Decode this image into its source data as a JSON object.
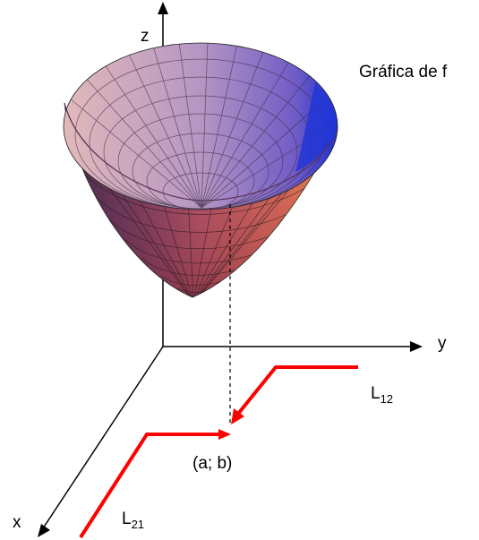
{
  "labels": {
    "graph_title": "Gráfica de f",
    "axis_z": "z",
    "axis_y": "y",
    "axis_x": "x",
    "point": "(a; b)",
    "path_12_main": "L",
    "path_12_sub": "12",
    "path_21_main": "L",
    "path_21_sub": "21"
  },
  "colors": {
    "path": "#ff0000",
    "axis": "#000000",
    "surface_light": "#efe0a8",
    "surface_mid": "#c9a7c6",
    "surface_violet": "#9a78c8",
    "surface_blue": "#2d3fd0",
    "surface_dark": "#5a2a55",
    "surface_red": "#c2465a",
    "surface_orange": "#e07a3a"
  }
}
